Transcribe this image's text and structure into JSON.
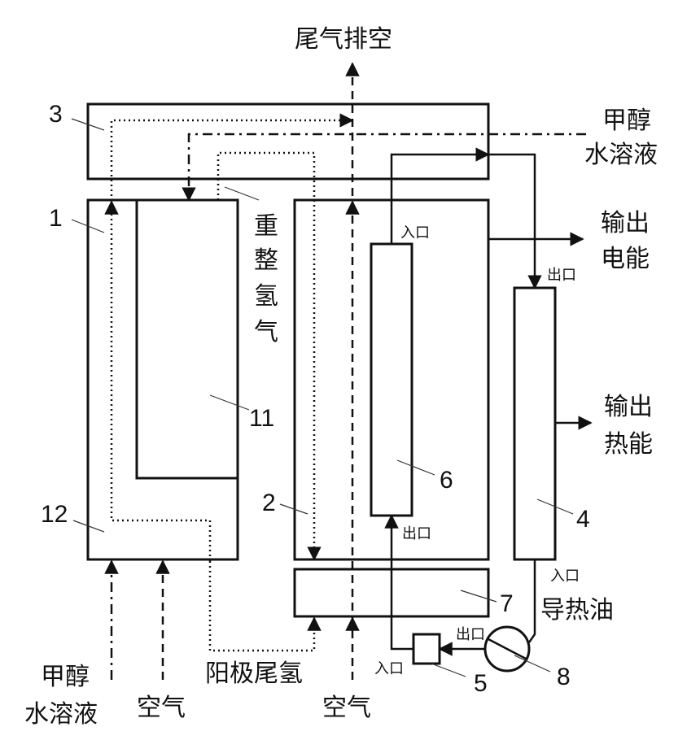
{
  "labels": {
    "exhaust_vent": "尾气排空",
    "methanol_solution_right_line1": "甲醇",
    "methanol_solution_right_line2": "水溶液",
    "output_electric_line1": "输出",
    "output_electric_line2": "电能",
    "output_heat_line1": "输出",
    "output_heat_line2": "热能",
    "reformed_hydrogen_chars": [
      "重",
      "整",
      "氢",
      "气"
    ],
    "methanol_solution_bottom_line1": "甲醇",
    "methanol_solution_bottom_line2": "水溶液",
    "air_left": "空气",
    "anode_tail_hydrogen": "阳极尾氢",
    "air_center": "空气",
    "heat_transfer_oil": "导热油",
    "inlet_6": "入口",
    "outlet_6": "出口",
    "outlet_4": "出口",
    "inlet_4": "入口",
    "outlet_8": "出口",
    "inlet_5": "入口"
  },
  "component_numbers": {
    "n1": "1",
    "n2": "2",
    "n3": "3",
    "n4": "4",
    "n5": "5",
    "n6": "6",
    "n7": "7",
    "n8": "8",
    "n11": "11",
    "n12": "12"
  }
}
